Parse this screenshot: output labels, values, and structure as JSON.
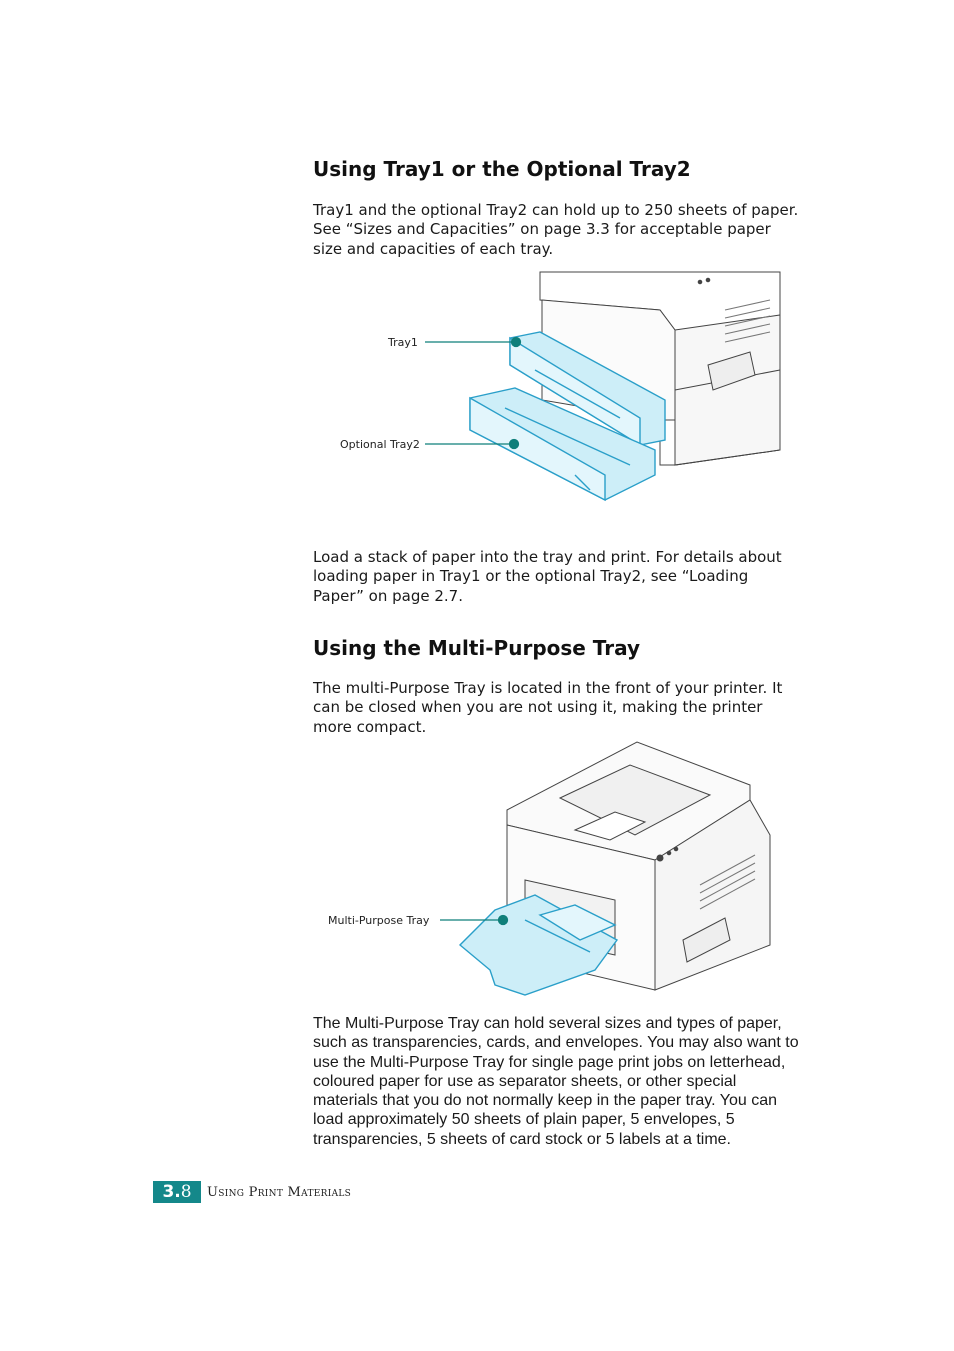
{
  "section1": {
    "heading": "Using Tray1 or the Optional Tray2",
    "intro": "Tray1 and the optional Tray2 can hold up to 250 sheets of paper. See “Sizes and Capacities” on page 3.3 for acceptable paper size and capacities of each tray.",
    "figure": {
      "label_tray1": "Tray1",
      "label_tray2": "Optional Tray2"
    },
    "after": "Load a stack of paper into the tray and print. For details about loading paper in Tray1 or the optional Tray2, see “Loading Paper” on page 2.7."
  },
  "section2": {
    "heading": "Using the Multi-Purpose Tray",
    "intro": "The multi-Purpose Tray is located in the front of your printer. It can be closed when you are not using it, making the printer more compact.",
    "figure": {
      "label_mp": "Multi-Purpose Tray"
    },
    "after": "The Multi-Purpose Tray can hold several sizes and types of paper, such as transparencies, cards, and envelopes. You may also want to use the Multi-Purpose Tray for single page print jobs on letterhead, coloured paper for use as separator sheets, or other special materials that you do not normally keep in the paper tray. You can load approximately 50 sheets of plain paper, 5 envelopes, 5 transparencies, 5 sheets of card stock or 5 labels at a time."
  },
  "footer": {
    "chapter": "3.",
    "page": "8",
    "title": "Using Print Materials"
  },
  "colors": {
    "accent": "#14888a",
    "tray_fill": "#cdeef8",
    "tray_stroke": "#2a9fc9",
    "callout": "#0f7f7a"
  }
}
